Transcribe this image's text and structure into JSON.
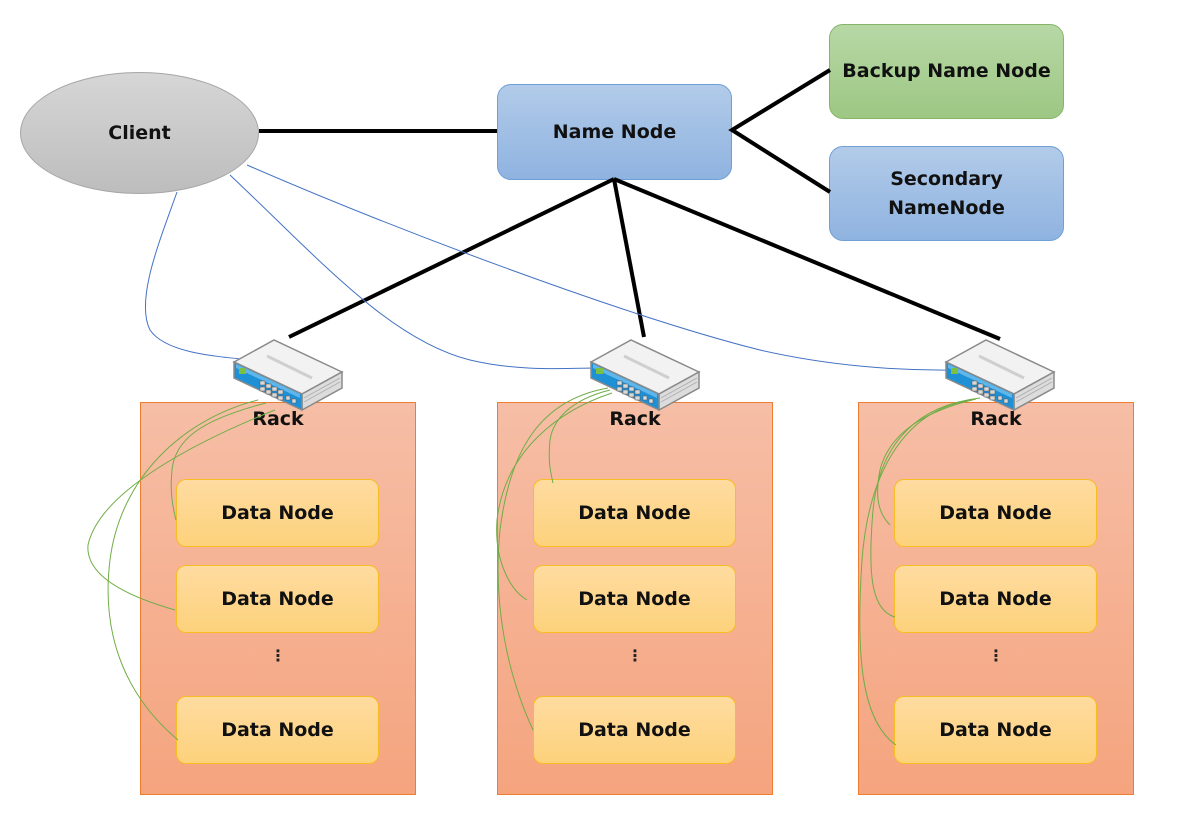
{
  "diagram": {
    "title": "HDFS Architecture",
    "client": {
      "label": "Client"
    },
    "name_node": {
      "label": "Name Node"
    },
    "backup_name_node": {
      "label": "Backup Name Node"
    },
    "secondary_name_node": {
      "label_line1": "Secondary",
      "label_line2": "NameNode"
    },
    "racks": [
      {
        "label": "Rack",
        "data_nodes": [
          "Data Node",
          "Data Node",
          "Data Node"
        ],
        "ellipsis": "⋮"
      },
      {
        "label": "Rack",
        "data_nodes": [
          "Data Node",
          "Data Node",
          "Data Node"
        ],
        "ellipsis": "⋮"
      },
      {
        "label": "Rack",
        "data_nodes": [
          "Data Node",
          "Data Node",
          "Data Node"
        ],
        "ellipsis": "⋮"
      }
    ],
    "connections": [
      {
        "from": "Client",
        "to": "Name Node",
        "style": "thick"
      },
      {
        "from": "Name Node",
        "to": "Backup Name Node",
        "style": "thick"
      },
      {
        "from": "Name Node",
        "to": "Secondary NameNode",
        "style": "thick"
      },
      {
        "from": "Name Node",
        "to": "Rack 1 switch",
        "style": "thick"
      },
      {
        "from": "Name Node",
        "to": "Rack 2 switch",
        "style": "thick"
      },
      {
        "from": "Name Node",
        "to": "Rack 3 switch",
        "style": "thick"
      },
      {
        "from": "Client",
        "to": "Rack 1 switch",
        "style": "thin-blue"
      },
      {
        "from": "Client",
        "to": "Rack 2 switch",
        "style": "thin-blue"
      },
      {
        "from": "Client",
        "to": "Rack 3 switch",
        "style": "thin-blue"
      },
      {
        "from": "Rack switch",
        "to": "Data Node",
        "style": "thin-green"
      }
    ],
    "colors": {
      "client": "#c8c8c8",
      "name_node": "#9fbfe5",
      "backup_name_node": "#a9cf93",
      "rack": "#f5b092",
      "data_node": "#fdd58a",
      "thick_link": "#000000",
      "client_link": "#4472c4",
      "rack_link": "#70ad47"
    }
  }
}
